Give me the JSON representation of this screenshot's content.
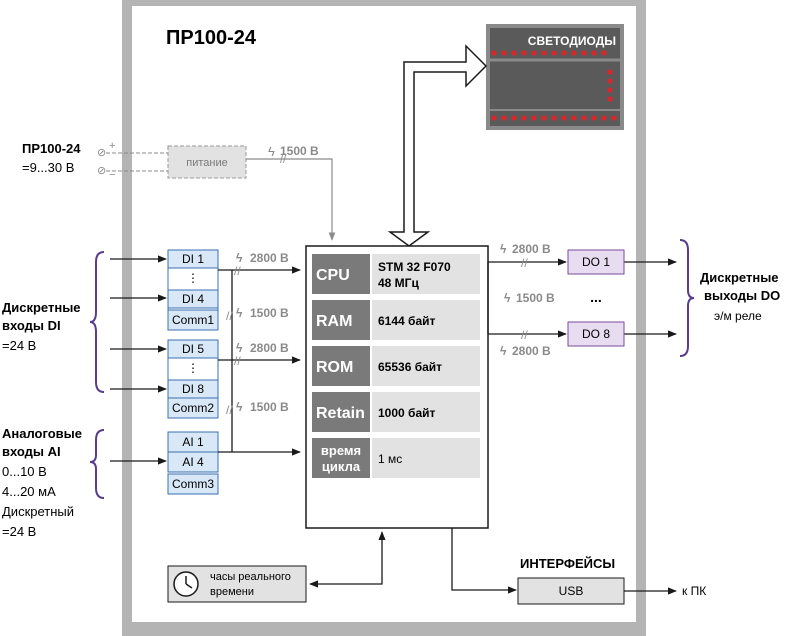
{
  "title": "ПР100-24",
  "power": {
    "model": "ПР100-24",
    "voltage": "=9...30 В",
    "plus": "+",
    "minus": "−",
    "block_label": "питание",
    "isolation": "1500 В"
  },
  "leds": {
    "label": "СВЕТОДИОДЫ"
  },
  "discrete_inputs": {
    "title_line1": "Дискретные",
    "title_line2": "входы DI",
    "voltage": "=24 В",
    "group1": {
      "first": "DI 1",
      "last": "DI 4",
      "comm": "Comm1"
    },
    "group2": {
      "first": "DI 5",
      "last": "DI 8",
      "comm": "Comm2"
    },
    "isolation": [
      "2800 В",
      "1500 В",
      "2800 В",
      "1500 В"
    ]
  },
  "analog_inputs": {
    "title_line1": "Аналоговые",
    "title_line2": "входы AI",
    "range1": "0...10 В",
    "range2": "4...20 мА",
    "discrete_line1": "Дискретный",
    "discrete_line2": "=24 В",
    "group": {
      "first": "AI 1",
      "last": "AI 4",
      "comm": "Comm3"
    }
  },
  "cpu_table": [
    {
      "key": "CPU",
      "value_line1": "STM 32 F070",
      "value_line2": "48 МГц"
    },
    {
      "key": "RAM",
      "value_line1": "6144 байт",
      "value_line2": ""
    },
    {
      "key": "ROM",
      "value_line1": "65536 байт",
      "value_line2": ""
    },
    {
      "key": "Retain",
      "value_line1": "1000 байт",
      "value_line2": ""
    },
    {
      "key": "время",
      "key_line2": "цикла",
      "value_line1": "1 мс",
      "value_line2": ""
    }
  ],
  "discrete_outputs": {
    "title_line1": "Дискретные",
    "title_line2": "выходы DO",
    "subtitle": "э/м реле",
    "first": "DO 1",
    "last": "DO 8",
    "ellipsis": "...",
    "isolation": [
      "2800 В",
      "1500 В",
      "2800 В"
    ]
  },
  "clock": {
    "line1": "часы реального",
    "line2": "времени"
  },
  "interfaces": {
    "title": "ИНТЕРФЕЙСЫ",
    "usb": "USB",
    "target": "к ПК"
  },
  "colors": {
    "frame": "#b4b4b4",
    "panel": "#ffffff",
    "table_key": "#7a7a7a",
    "table_val": "#e2e2e2",
    "input_blue": "#d9e8f7",
    "input_border": "#3b6fb0",
    "do_fill": "#e8dcf0",
    "do_border": "#7a4a9a",
    "led_panel": "#5a5a5a",
    "led_dot": "#d9262b",
    "brace": "#5a3d8a",
    "iso": "#8a8a8a"
  }
}
